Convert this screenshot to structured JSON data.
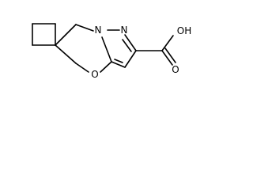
{
  "molecule": {
    "atoms": {
      "n1": "N",
      "n2": "N",
      "o_ring": "O",
      "oh": "OH",
      "o_carbonyl": "O"
    },
    "colors": {
      "bond": "#000000",
      "label": "#000000",
      "background": "#ffffff"
    }
  }
}
